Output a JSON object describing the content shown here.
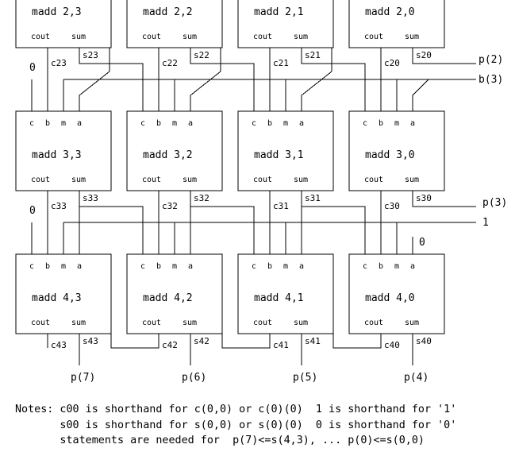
{
  "rows": [
    {
      "cells": [
        {
          "name": "madd 2,3",
          "ports": {
            "cout": "cout",
            "sum": "sum"
          },
          "cout_label": "c23",
          "sum_label": "s23"
        },
        {
          "name": "madd 2,2",
          "ports": {
            "cout": "cout",
            "sum": "sum"
          },
          "cout_label": "c22",
          "sum_label": "s22"
        },
        {
          "name": "madd 2,1",
          "ports": {
            "cout": "cout",
            "sum": "sum"
          },
          "cout_label": "c21",
          "sum_label": "s21"
        },
        {
          "name": "madd 2,0",
          "ports": {
            "cout": "cout",
            "sum": "sum"
          },
          "cout_label": "c20",
          "sum_label": "s20"
        }
      ]
    },
    {
      "cells": [
        {
          "name": "madd 3,3",
          "ports": {
            "c": "c",
            "b": "b",
            "m": "m",
            "a": "a",
            "cout": "cout",
            "sum": "sum"
          },
          "cout_label": "c33",
          "sum_label": "s33"
        },
        {
          "name": "madd 3,2",
          "ports": {
            "c": "c",
            "b": "b",
            "m": "m",
            "a": "a",
            "cout": "cout",
            "sum": "sum"
          },
          "cout_label": "c32",
          "sum_label": "s32"
        },
        {
          "name": "madd 3,1",
          "ports": {
            "c": "c",
            "b": "b",
            "m": "m",
            "a": "a",
            "cout": "cout",
            "sum": "sum"
          },
          "cout_label": "c31",
          "sum_label": "s31"
        },
        {
          "name": "madd 3,0",
          "ports": {
            "c": "c",
            "b": "b",
            "m": "m",
            "a": "a",
            "cout": "cout",
            "sum": "sum"
          },
          "cout_label": "c30",
          "sum_label": "s30"
        }
      ]
    },
    {
      "cells": [
        {
          "name": "madd 4,3",
          "ports": {
            "c": "c",
            "b": "b",
            "m": "m",
            "a": "a",
            "cout": "cout",
            "sum": "sum"
          },
          "cout_label": "c43",
          "sum_label": "s43"
        },
        {
          "name": "madd 4,2",
          "ports": {
            "c": "c",
            "b": "b",
            "m": "m",
            "a": "a",
            "cout": "cout",
            "sum": "sum"
          },
          "cout_label": "c42",
          "sum_label": "s42"
        },
        {
          "name": "madd 4,1",
          "ports": {
            "c": "c",
            "b": "b",
            "m": "m",
            "a": "a",
            "cout": "cout",
            "sum": "sum"
          },
          "cout_label": "c41",
          "sum_label": "s41"
        },
        {
          "name": "madd 4,0",
          "ports": {
            "c": "c",
            "b": "b",
            "m": "m",
            "a": "a",
            "cout": "cout",
            "sum": "sum"
          },
          "cout_label": "c40",
          "sum_label": "s40"
        }
      ]
    }
  ],
  "signals": {
    "p2": "p(2)",
    "b3": "b(3)",
    "p3": "p(3)",
    "one": "1",
    "zero_row3": "0",
    "zero_row4": "0",
    "zero_right": "0"
  },
  "outputs": [
    "p(7)",
    "p(6)",
    "p(5)",
    "p(4)"
  ],
  "notes": [
    "Notes: c00 is shorthand for c(0,0) or c(0)(0)  1 is shorthand for '1'",
    "       s00 is shorthand for s(0,0) or s(0)(0)  0 is shorthand for '0'",
    "       statements are needed for  p(7)<=s(4,3), ... p(0)<=s(0,0)"
  ]
}
